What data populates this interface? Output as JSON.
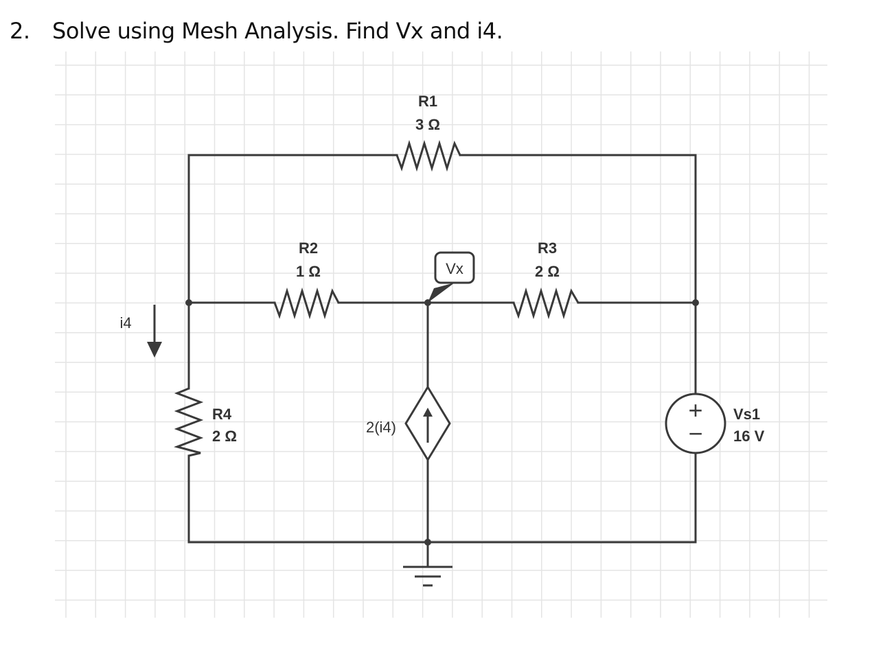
{
  "problem": {
    "number": "2.",
    "text": "Solve using Mesh Analysis. Find Vx and i4."
  },
  "circuit": {
    "r1": {
      "name": "R1",
      "value": "3 Ω"
    },
    "r2": {
      "name": "R2",
      "value": "1 Ω"
    },
    "r3": {
      "name": "R3",
      "value": "2 Ω"
    },
    "r4": {
      "name": "R4",
      "value": "2 Ω"
    },
    "vs1": {
      "name": "Vs1",
      "value": "16 V",
      "plus": "+",
      "minus": "−"
    },
    "dependent_source": {
      "label": "2(i4)"
    },
    "current_arrow": {
      "label": "i4"
    },
    "node_probe": {
      "label": "Vx"
    }
  },
  "colors": {
    "wire": "#3a3a3a",
    "grid": "#e4e4e4",
    "text": "#333333"
  }
}
